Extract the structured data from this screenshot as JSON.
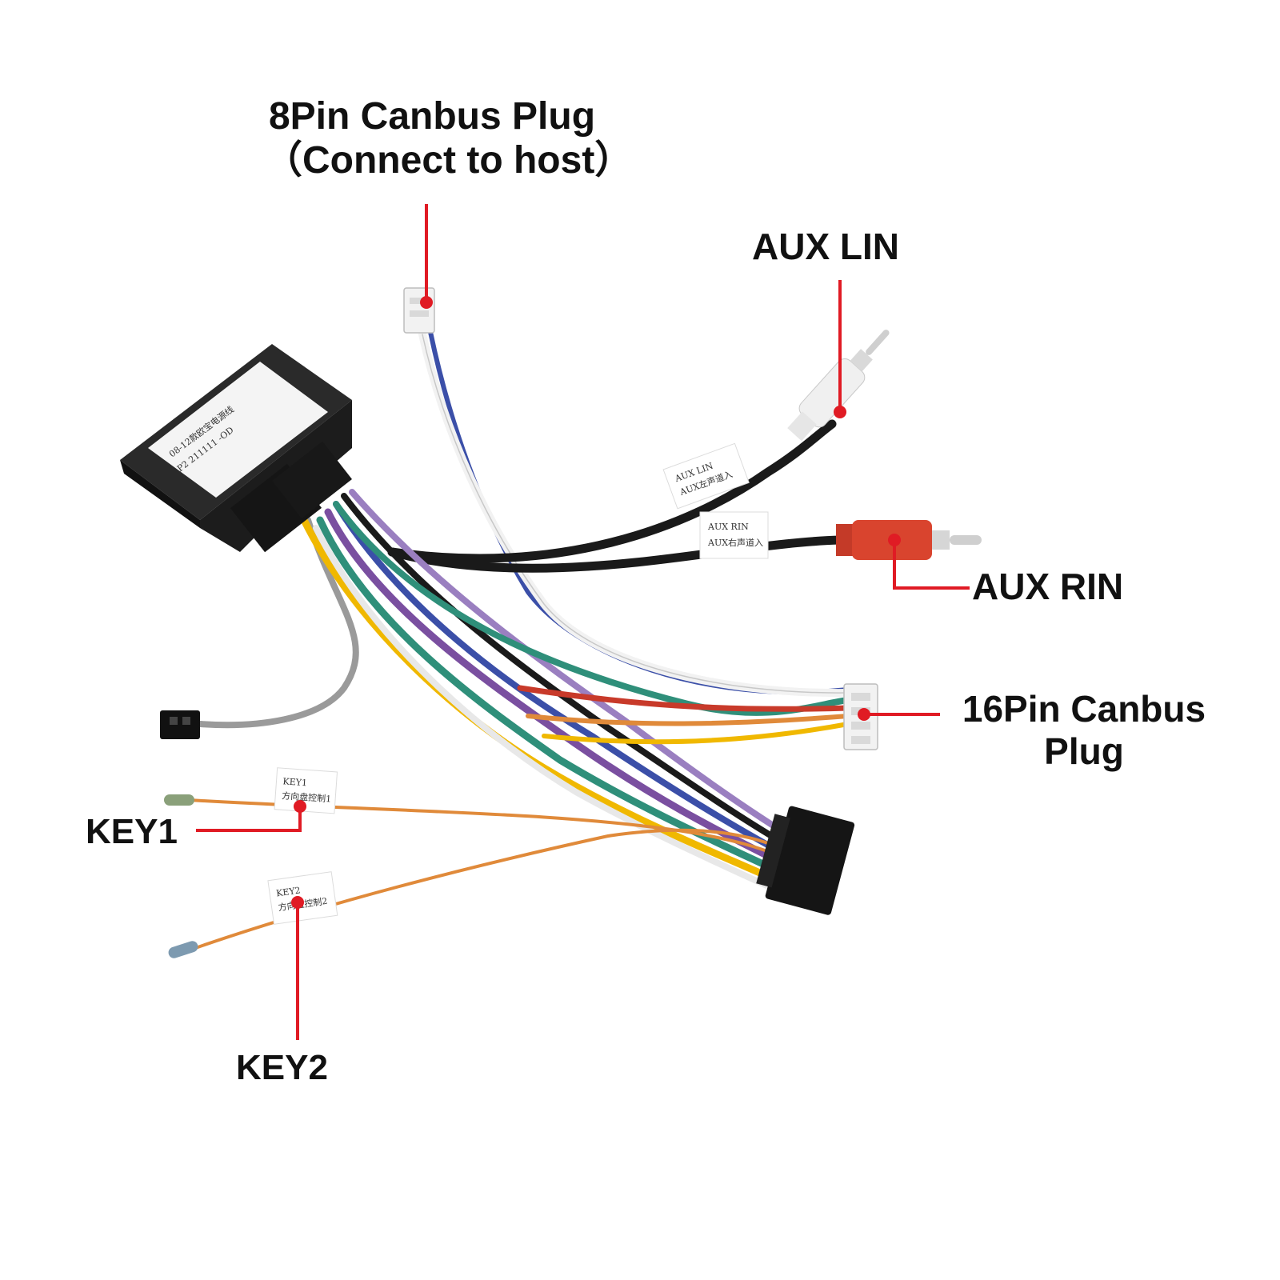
{
  "labels": {
    "pin8": {
      "line1": "8Pin Canbus Plug",
      "line2": "（Connect to host）"
    },
    "aux_lin": "AUX LIN",
    "aux_rin": "AUX RIN",
    "pin16": {
      "line1": "16Pin Canbus",
      "line2": "Plug"
    },
    "key1": "KEY1",
    "key2": "KEY2"
  },
  "box_sticker": {
    "line1": "08-12款欧宝电源线",
    "line2": "P2 211111 -OD"
  },
  "tags": {
    "aux_lin": {
      "line1": "AUX LIN",
      "line2": "AUX左声道入"
    },
    "aux_rin": {
      "line1": "AUX RIN",
      "line2": "AUX右声道入"
    },
    "key1": {
      "line1": "KEY1",
      "line2": "方向盘控制1"
    },
    "key2": {
      "line1": "KEY2",
      "line2": "方向盘控制2"
    }
  },
  "colors": {
    "callout": "#e01b24",
    "label_text": "#111111",
    "wire_black": "#1a1a1a",
    "wire_blue": "#3b4fa8",
    "wire_white": "#f2f2f2",
    "wire_purple": "#7a4fa0",
    "wire_green": "#2f8f7a",
    "wire_yellow": "#f0b800",
    "wire_orange": "#e08a3a",
    "wire_red": "#c83a2a",
    "wire_grey": "#9a9a9a",
    "rca_red": "#d9442e"
  }
}
